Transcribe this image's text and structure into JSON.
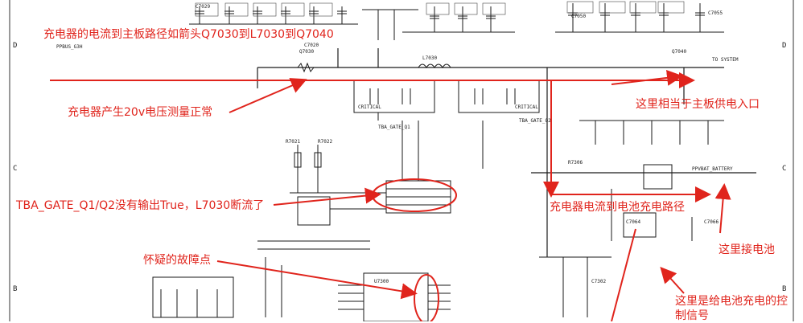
{
  "annotations": {
    "path_note": "充电器的电流到主板路径如箭头Q7030到L7030到Q7040",
    "voltage_note": "充电器产生20v电压测量正常",
    "gate_note": "TBA_GATE_Q1/Q2没有输出True，L7030断流了",
    "suspect_note": "怀疑的故障点",
    "input_note": "这里相当于主板供电入口",
    "battery_path_note": "充电器电流到电池充电路径",
    "battery_note": "这里接电池",
    "control_note_line1": "这里是给电池充电的控",
    "control_note_line2": "制信号"
  },
  "zones": {
    "left_d": "D",
    "left_c": "C",
    "left_b": "B",
    "right_d": "D",
    "right_c": "C",
    "right_b": "B"
  },
  "schematic": {
    "q7030": "Q7030",
    "l7030": "L7030",
    "q7040": "Q7040",
    "u7300": "U7300",
    "to_system": "TO SYSTEM",
    "battery_net": "PPVBAT_BATTERY",
    "critical": "CRITICAL",
    "gate_q1": "TBA_GATE_Q1",
    "gate_q2": "TBA_GATE_Q2",
    "r7021": "R7021",
    "r7022": "R7022",
    "c7020": "C7020",
    "c7029": "C7029",
    "c7050": "C7050",
    "c7055": "C7055",
    "c7064": "C7064",
    "c7066": "C7066",
    "r7306": "R7306",
    "c7302": "C7302",
    "ppbus": "PPBUS_G3H"
  },
  "colors": {
    "annotation": "#e0241c",
    "wire": "#1a1a1a",
    "arrow": "#e0241c"
  }
}
